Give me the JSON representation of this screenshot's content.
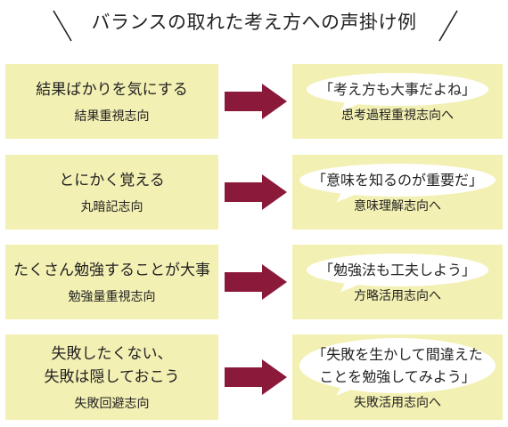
{
  "title": "バランスの取れた考え方への声掛け例",
  "colors": {
    "box": "#f3f0b3",
    "arrow": "#8b1a3a",
    "bubble": "#ffffff"
  },
  "rows": [
    {
      "left": {
        "main": [
          "結果ばかりを気にする"
        ],
        "sub": "結果重視志向"
      },
      "right": {
        "quote": [
          "「考え方も大事だよね」"
        ],
        "sub": "思考過程重視志向へ"
      }
    },
    {
      "left": {
        "main": [
          "とにかく覚える"
        ],
        "sub": "丸暗記志向"
      },
      "right": {
        "quote": [
          "「意味を知るのが重要だ」"
        ],
        "sub": "意味理解志向へ"
      }
    },
    {
      "left": {
        "main": [
          "たくさん勉強することが大事"
        ],
        "sub": "勉強量重視志向"
      },
      "right": {
        "quote": [
          "「勉強法も工夫しよう」"
        ],
        "sub": "方略活用志向へ"
      }
    },
    {
      "left": {
        "main": [
          "失敗したくない、",
          "失敗は隠しておこう"
        ],
        "sub": "失敗回避志向"
      },
      "right": {
        "quote": [
          "「失敗を生かして間違えた",
          "ことを勉強してみよう」"
        ],
        "sub": "失敗活用志向へ"
      }
    }
  ]
}
